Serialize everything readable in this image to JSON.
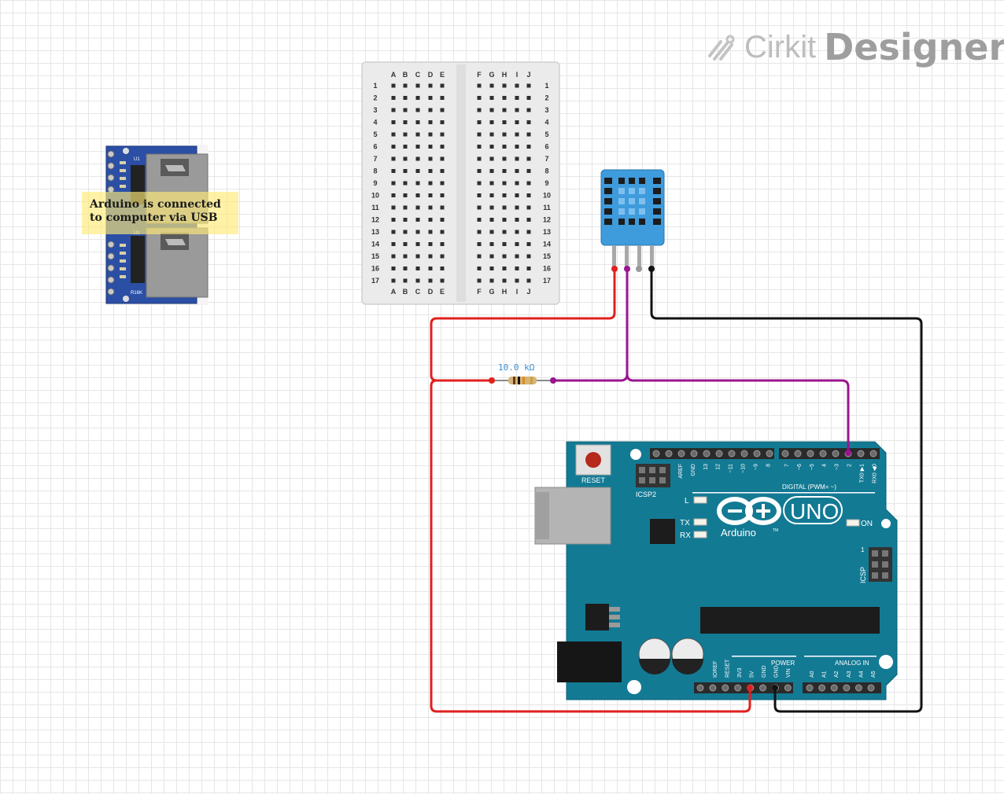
{
  "watermark": {
    "brand_light": "Cirkit",
    "brand_bold": "Designer",
    "icon": "cirkit-logo-icon"
  },
  "note": {
    "text": "Arduino is connected to computer via USB"
  },
  "breadboard": {
    "left_cols": [
      "A",
      "B",
      "C",
      "D",
      "E"
    ],
    "right_cols": [
      "F",
      "G",
      "H",
      "I",
      "J"
    ],
    "rows": [
      "1",
      "2",
      "3",
      "4",
      "5",
      "6",
      "7",
      "8",
      "9",
      "10",
      "11",
      "12",
      "13",
      "14",
      "15",
      "16",
      "17"
    ]
  },
  "resistor": {
    "label": "10.0 kΩ"
  },
  "sd_module": {
    "labels": [
      "U1",
      "U1",
      "R16K"
    ]
  },
  "arduino": {
    "reset_label": "RESET",
    "icsp2_label": "ICSP2",
    "icsp_label": "ICSP",
    "led_l": "L",
    "led_tx": "TX",
    "led_rx": "RX",
    "led_on": "ON",
    "brand": "Arduino",
    "model": "UNO",
    "tm": "TM",
    "digital_label": "DIGITAL (PWM= ~)",
    "power_label": "POWER",
    "analog_label": "ANALOG IN",
    "one_label": "1",
    "digital_pins_left": [
      "AREF",
      "GND",
      "13",
      "12",
      "~11",
      "~10",
      "~9",
      "8"
    ],
    "digital_pins_right": [
      "7",
      "~6",
      "~5",
      "4",
      "~3",
      "2",
      "TX0 ▶1",
      "RX0 ◀0"
    ],
    "power_pins": [
      "IOREF",
      "RESET",
      "3V3",
      "5V",
      "GND",
      "GND",
      "VIN"
    ],
    "analog_pins": [
      "A0",
      "A1",
      "A2",
      "A3",
      "A4",
      "A5"
    ]
  },
  "colors": {
    "wire_red": "#e0201e",
    "wire_purple": "#9a1590",
    "wire_black": "#111111",
    "arduino_teal": "#137a94",
    "sensor_blue": "#3e9bdc"
  }
}
